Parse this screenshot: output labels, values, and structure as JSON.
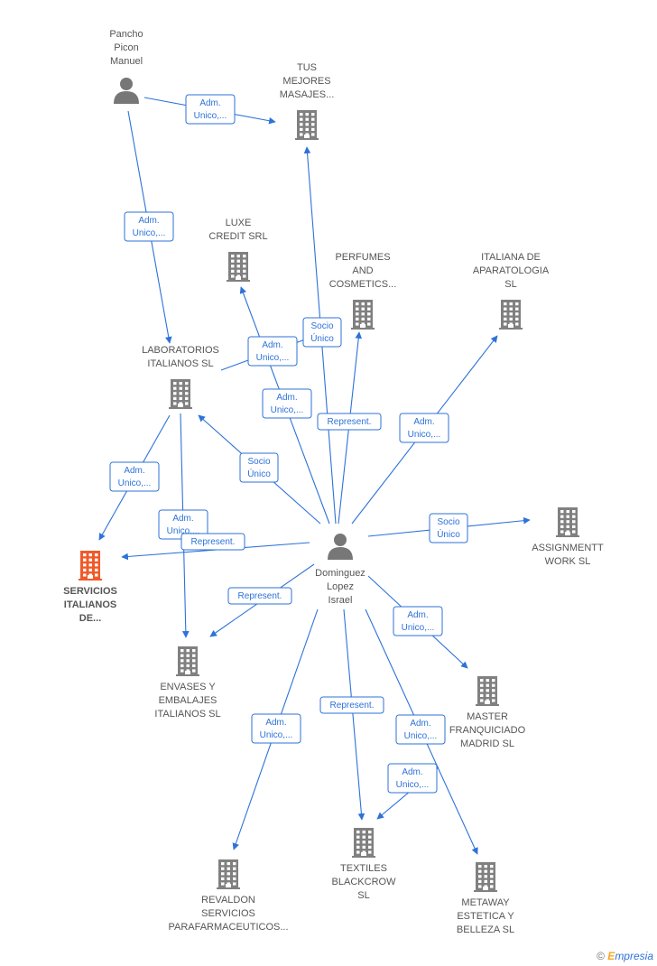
{
  "colors": {
    "edge": "#2d72d9",
    "company": "#808080",
    "focus_company": "#f05a2a",
    "person": "#777777"
  },
  "nodes": [
    {
      "id": "pancho",
      "type": "person",
      "lines": [
        "Pancho",
        "Picon",
        "Manuel"
      ]
    },
    {
      "id": "tus",
      "type": "company",
      "lines": [
        "TUS",
        "MEJORES",
        "MASAJES..."
      ]
    },
    {
      "id": "luxe",
      "type": "company",
      "lines": [
        "LUXE",
        "CREDIT SRL"
      ]
    },
    {
      "id": "perfumes",
      "type": "company",
      "lines": [
        "PERFUMES",
        "AND",
        "COSMETICS..."
      ]
    },
    {
      "id": "italiana",
      "type": "company",
      "lines": [
        "ITALIANA DE",
        "APARATOLOGIA",
        "SL"
      ]
    },
    {
      "id": "laboratorios",
      "type": "company",
      "lines": [
        "LABORATORIOS",
        "ITALIANOS  SL"
      ]
    },
    {
      "id": "servicios",
      "type": "focus",
      "lines": [
        "SERVICIOS",
        "ITALIANOS",
        "DE..."
      ]
    },
    {
      "id": "dominguez",
      "type": "person",
      "lines": [
        "Dominguez",
        "Lopez",
        "Israel"
      ]
    },
    {
      "id": "assignment",
      "type": "company",
      "lines": [
        "ASSIGNMENTT",
        "WORK SL"
      ]
    },
    {
      "id": "envases",
      "type": "company",
      "lines": [
        "ENVASES Y",
        "EMBALAJES",
        "ITALIANOS  SL"
      ]
    },
    {
      "id": "master",
      "type": "company",
      "lines": [
        "MASTER",
        "FRANQUICIADO",
        "MADRID  SL"
      ]
    },
    {
      "id": "revaldon",
      "type": "company",
      "lines": [
        "REVALDON",
        "SERVICIOS",
        "PARAFARMACEUTICOS..."
      ]
    },
    {
      "id": "textiles",
      "type": "company",
      "lines": [
        "TEXTILES",
        "BLACKCROW",
        "SL"
      ]
    },
    {
      "id": "metaway",
      "type": "company",
      "lines": [
        "METAWAY",
        "ESTETICA Y",
        "BELLEZA  SL"
      ]
    }
  ],
  "edges": [
    {
      "from": "pancho",
      "to": "tus",
      "label": [
        "Adm.",
        "Unico,..."
      ]
    },
    {
      "from": "pancho",
      "to": "laboratorios",
      "label": [
        "Adm.",
        "Unico,..."
      ]
    },
    {
      "from": "laboratorios",
      "to": "perfumes",
      "label": [
        "Adm.",
        "Unico,..."
      ]
    },
    {
      "from": "laboratorios",
      "to": "servicios",
      "label": [
        "Adm.",
        "Unico,..."
      ]
    },
    {
      "from": "laboratorios",
      "to": "envases",
      "label": [
        "Adm.",
        "Unico,..."
      ]
    },
    {
      "from": "dominguez",
      "to": "tus",
      "label": [
        "Represent."
      ]
    },
    {
      "from": "dominguez",
      "to": "luxe",
      "label": [
        "Adm.",
        "Unico,..."
      ]
    },
    {
      "from": "dominguez",
      "to": "perfumes",
      "label": [
        "Socio",
        "Único"
      ]
    },
    {
      "from": "dominguez",
      "to": "italiana",
      "label": [
        "Adm.",
        "Unico,..."
      ]
    },
    {
      "from": "dominguez",
      "to": "laboratorios",
      "label": [
        "Socio",
        "Único"
      ]
    },
    {
      "from": "dominguez",
      "to": "servicios",
      "label": [
        "Represent."
      ]
    },
    {
      "from": "dominguez",
      "to": "assignment",
      "label": [
        "Socio",
        "Único"
      ]
    },
    {
      "from": "dominguez",
      "to": "envases",
      "label": [
        "Represent."
      ]
    },
    {
      "from": "dominguez",
      "to": "master",
      "label": [
        "Adm.",
        "Unico,..."
      ]
    },
    {
      "from": "dominguez",
      "to": "revaldon",
      "label": [
        "Adm.",
        "Unico,..."
      ]
    },
    {
      "from": "dominguez",
      "to": "textiles",
      "label": [
        "Represent."
      ]
    },
    {
      "from": "dominguez",
      "to": "metaway",
      "label": [
        "Adm.",
        "Unico,..."
      ]
    },
    {
      "from": "metaway",
      "to": "textiles",
      "label": [
        "Adm.",
        "Unico,..."
      ]
    }
  ],
  "footer": {
    "copyright": "©",
    "brand_initial": "E",
    "brand_rest": "mpresia"
  }
}
